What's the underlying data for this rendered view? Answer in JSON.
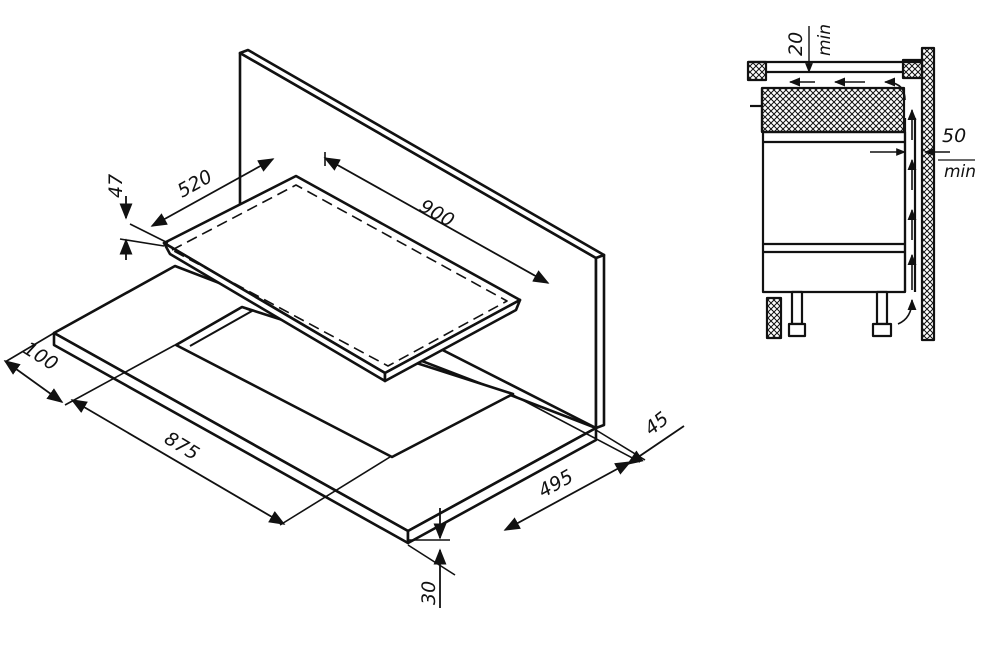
{
  "installation_diagram": {
    "dimensions": {
      "hob_width": "900",
      "hob_depth": "520",
      "hob_height": "47",
      "cutout_width": "875",
      "cutout_depth": "495",
      "front_offset": "100",
      "rear_offset": "45",
      "worktop_thickness": "30"
    },
    "side_view": {
      "top_clearance_value": "20",
      "top_clearance_unit": "min",
      "rear_clearance_value": "50",
      "rear_clearance_unit": "min"
    }
  }
}
